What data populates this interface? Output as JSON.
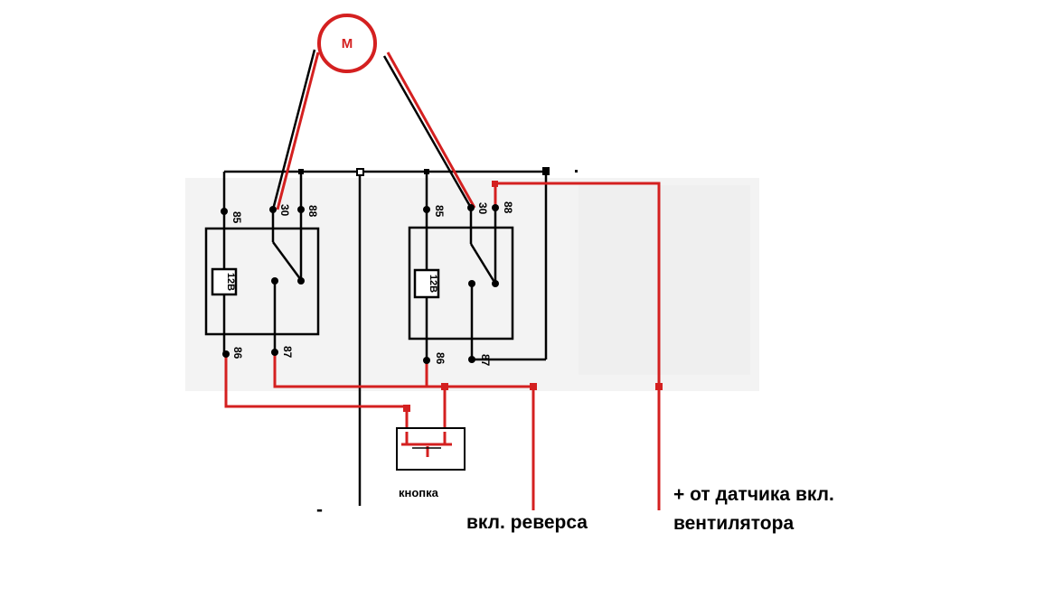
{
  "motor": {
    "label": "M"
  },
  "relay_left": {
    "coil_label": "12В",
    "pins": {
      "p85": "85",
      "p30": "30",
      "p88": "88",
      "p86": "86",
      "p87": "87"
    }
  },
  "relay_right": {
    "coil_label": "12В",
    "pins": {
      "p85": "85",
      "p30": "30",
      "p88": "88",
      "p86": "86",
      "p87": "87"
    }
  },
  "button": {
    "label": "кнопка"
  },
  "labels": {
    "minus": "-",
    "reverse": "вкл. реверса",
    "fan_line1": "+ от датчика вкл.",
    "fan_line2": "вентилятора"
  },
  "colors": {
    "wire_black": "#000000",
    "wire_red": "#d42020",
    "background_patch": "#f1f1f1"
  }
}
